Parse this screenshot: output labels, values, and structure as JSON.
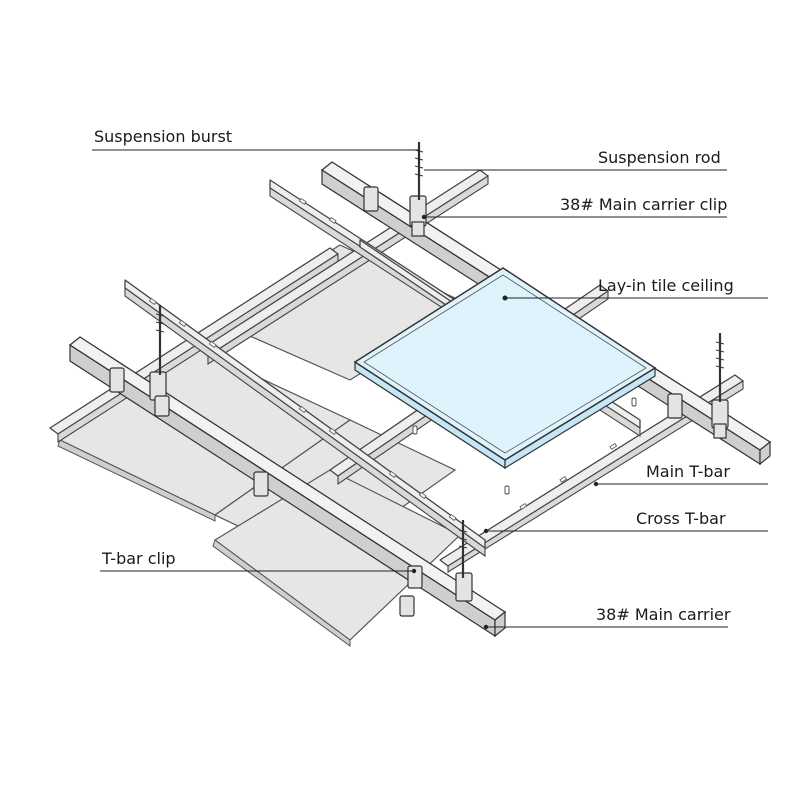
{
  "labels": {
    "suspension_burst": "Suspension burst",
    "suspension_rod": "Suspension rod",
    "main_carrier_clip": "38# Main carrier clip",
    "lay_in_tile_ceiling": "Lay-in tile ceiling",
    "main_t_bar": "Main T-bar",
    "cross_t_bar": "Cross T-bar",
    "t_bar_clip": "T-bar clip",
    "main_carrier": "38# Main carrier"
  },
  "colors": {
    "tile": "#dff3fc",
    "panel": "#e6e6e6",
    "line": "#222222"
  }
}
